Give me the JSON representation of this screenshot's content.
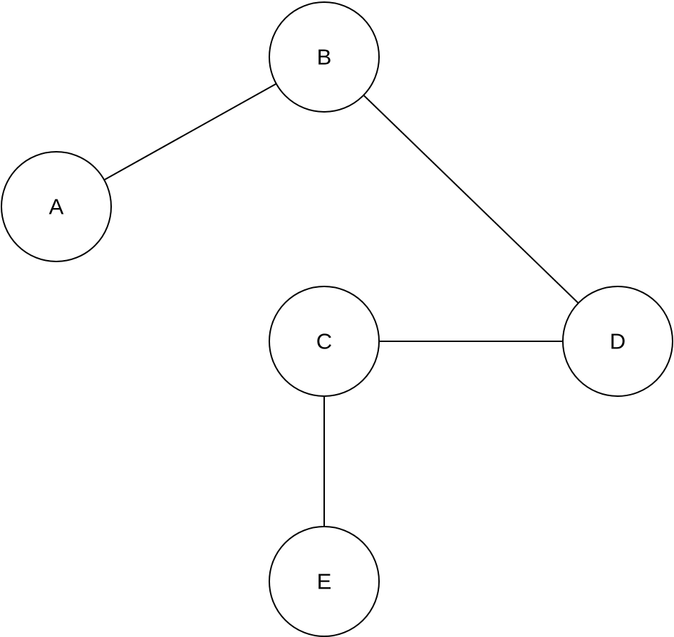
{
  "graph": {
    "nodes": [
      {
        "id": "A",
        "label": "A"
      },
      {
        "id": "B",
        "label": "B"
      },
      {
        "id": "C",
        "label": "C"
      },
      {
        "id": "D",
        "label": "D"
      },
      {
        "id": "E",
        "label": "E"
      }
    ],
    "edges": [
      {
        "from": "A",
        "to": "B"
      },
      {
        "from": "B",
        "to": "D"
      },
      {
        "from": "C",
        "to": "D"
      },
      {
        "from": "C",
        "to": "E"
      }
    ]
  }
}
